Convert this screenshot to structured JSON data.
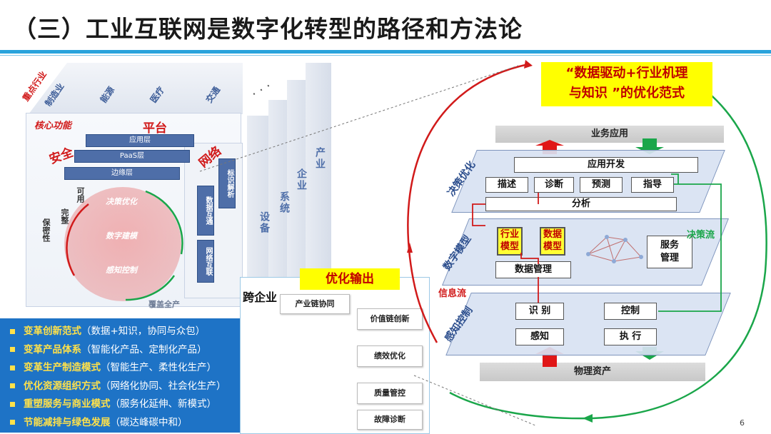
{
  "title": "（三）工业互联网是数字化转型的路径和方法论",
  "left_graphic": {
    "industries": [
      "重点行业",
      "制造业",
      "能源",
      "医疗",
      "交通"
    ],
    "core_function": "核心功能",
    "platform": "平台",
    "security": "安全",
    "network": "网络",
    "layers": [
      "应用层",
      "PaaS层",
      "边缘层"
    ],
    "right_tiles": [
      "标识解析",
      "数据互通",
      "网络互联"
    ],
    "left_small": [
      "保密性",
      "可用",
      "完整"
    ],
    "circle_items": [
      "决策优化",
      "数字建模",
      "感知控制"
    ],
    "bottom_label": "覆盖全产",
    "stages": [
      "设备",
      "系统",
      "企业",
      "产业"
    ]
  },
  "bullets": [
    {
      "highlight": "变革创新范式",
      "note": "（数据+知识，协同与众包）"
    },
    {
      "highlight": "变革产品体系",
      "note": "（智能化产品、定制化产品）"
    },
    {
      "highlight": "变革生产制造模式",
      "note": "（智能生产、柔性化生产）"
    },
    {
      "highlight": "优化资源组织方式",
      "note": "（网络化协同、社会化生产）"
    },
    {
      "highlight": "重塑服务与商业模式",
      "note": "（服务化延伸、新模式）"
    },
    {
      "highlight": "节能减排与绿色发展",
      "note": "（碳达峰碳中和）"
    }
  ],
  "optimization": {
    "title": "优化输出",
    "cross_enterprise": "跨企业",
    "boxes": [
      "产业链协同",
      "价值链创新",
      "绩效优化",
      "质量管控",
      "故障诊断"
    ]
  },
  "cycle": {
    "quote_line1": "“数据驱动+行业机理",
    "quote_line2": "与知识 ”的优化范式",
    "business_app": "业务应用",
    "physical_assets": "物理资产",
    "planes": [
      "决策优化",
      "数字模型",
      "感知控制"
    ],
    "app_dev": "应用开发",
    "decision_boxes": [
      "描述",
      "诊断",
      "预测",
      "指导"
    ],
    "analysis": "分析",
    "model_boxes": [
      "行业模型",
      "数据模型"
    ],
    "data_mgmt": "数据管理",
    "service_mgmt": "服务管理",
    "identify": "识 别",
    "perceive": "感知",
    "control": "控制",
    "execute": "执 行",
    "info_flow": "信息流",
    "decision_flow": "决策流"
  },
  "page_number": "6",
  "colors": {
    "accent_blue": "#29a3dc",
    "bullet_bg": "#1e73c6",
    "highlight_yellow": "#ffe14a",
    "red": "#d11a1a",
    "green": "#1aa64a"
  }
}
